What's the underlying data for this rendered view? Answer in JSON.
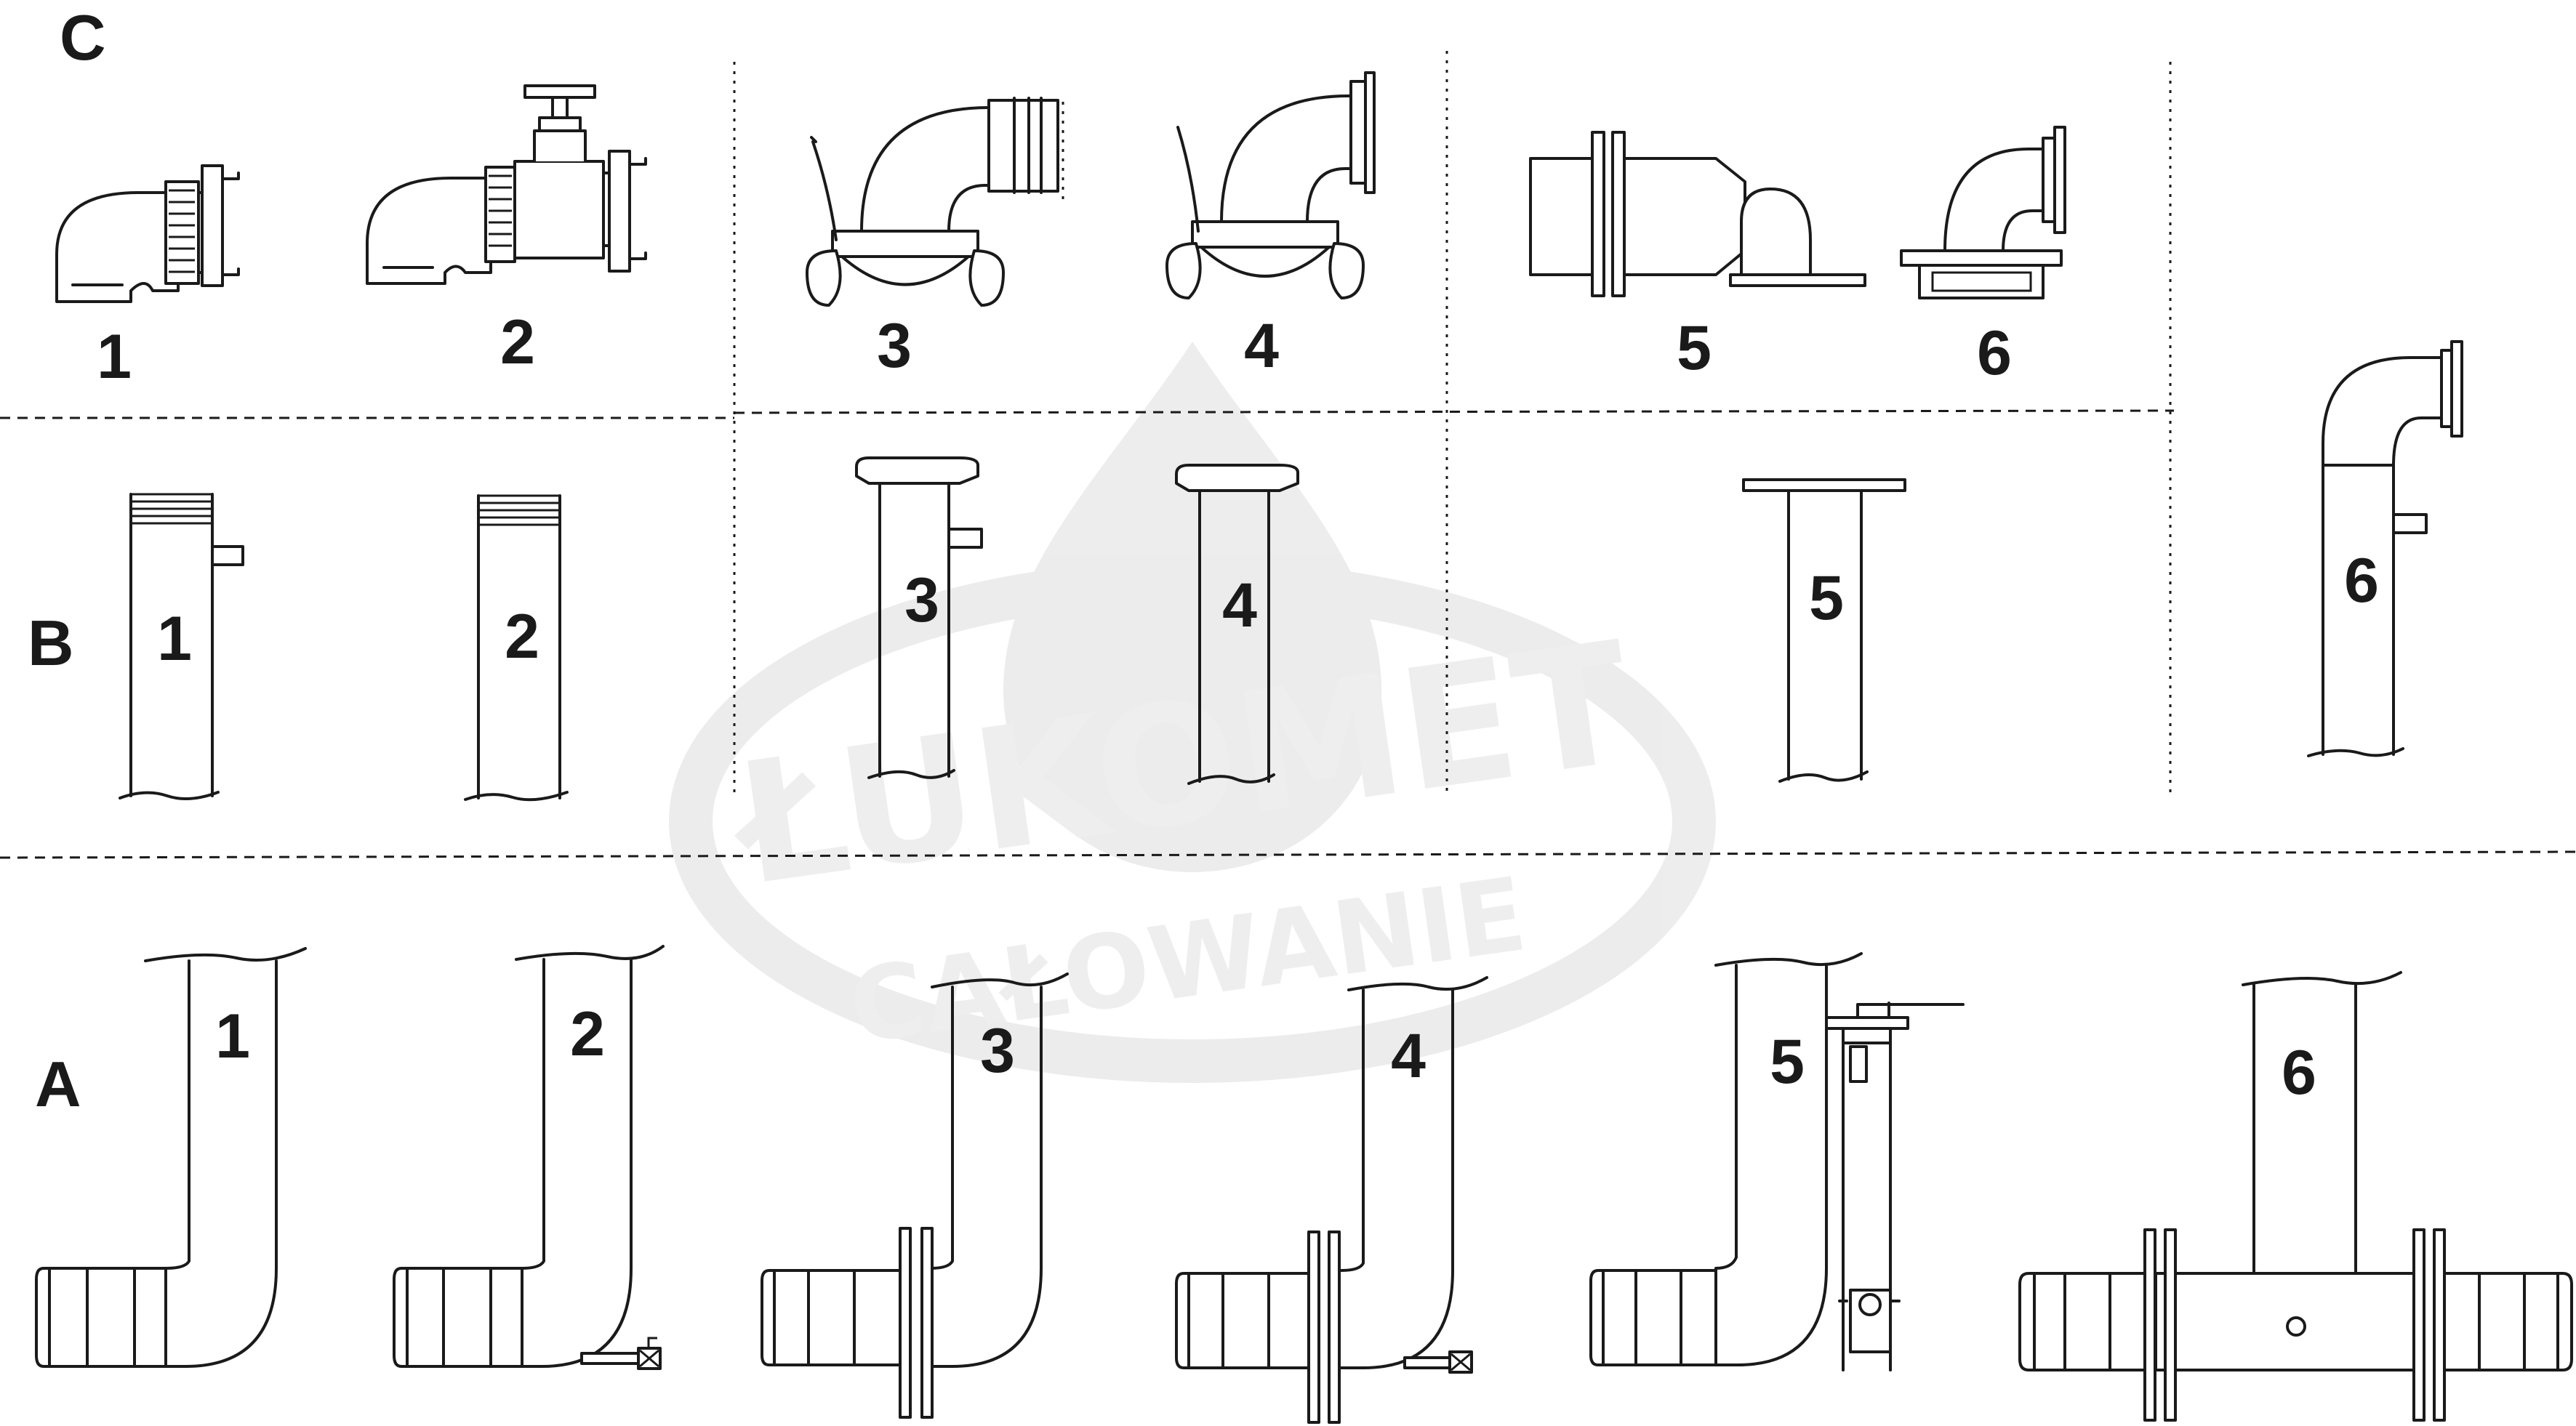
{
  "watermark": {
    "brand": "ŁUKOMET",
    "sub": "CAŁOWANIE"
  },
  "rows": {
    "C": {
      "label": "C",
      "items": [
        "1",
        "2",
        "3",
        "4",
        "5",
        "6"
      ]
    },
    "B": {
      "label": "B",
      "items": [
        "1",
        "2",
        "3",
        "4",
        "5",
        "6"
      ]
    },
    "A": {
      "label": "A",
      "items": [
        "1",
        "2",
        "3",
        "4",
        "5",
        "6"
      ]
    }
  }
}
